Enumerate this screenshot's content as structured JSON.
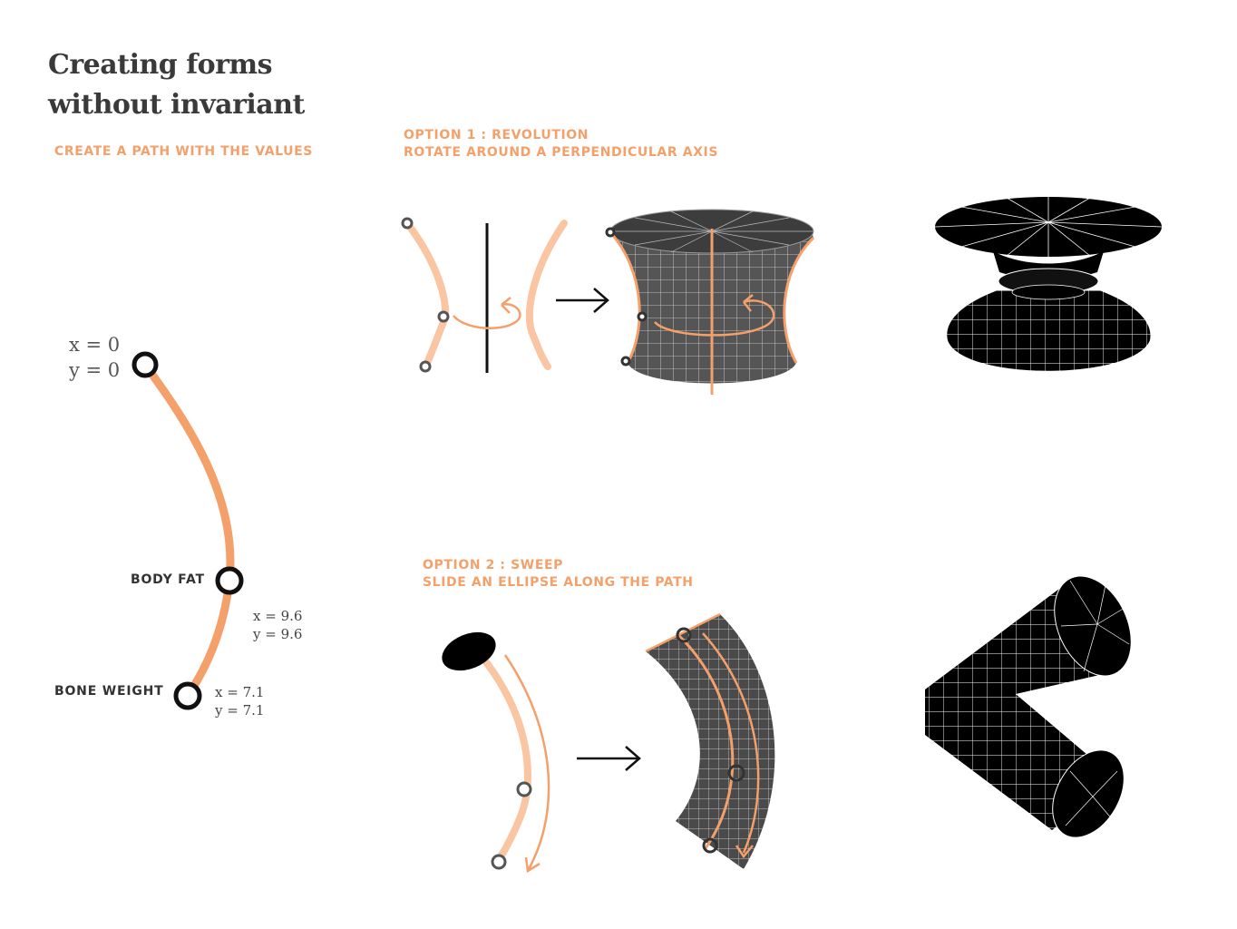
{
  "title": {
    "line1": "Creating forms",
    "line2": "without invariant"
  },
  "step_create": {
    "label": "CREATE A PATH WITH THE VALUES"
  },
  "option1": {
    "line1": "OPTION 1 : REVOLUTION",
    "line2": "ROTATE AROUND A PERPENDICULAR AXIS"
  },
  "option2": {
    "line1": "OPTION 2 : SWEEP",
    "line2": "SLIDE AN ELLIPSE ALONG THE PATH"
  },
  "path_points": {
    "origin": {
      "x": "x = 0",
      "y": "y = 0"
    },
    "body_fat": {
      "label": "BODY FAT",
      "x": "x = 9.6",
      "y": "y = 9.6"
    },
    "bone_weight": {
      "label": "BONE WEIGHT",
      "x": "x = 7.1",
      "y": "y = 7.1"
    }
  },
  "colors": {
    "accent": "#f4a06b",
    "accent_light": "#f9c5a2",
    "ink": "#111111",
    "mesh": "#4a4a4a"
  }
}
